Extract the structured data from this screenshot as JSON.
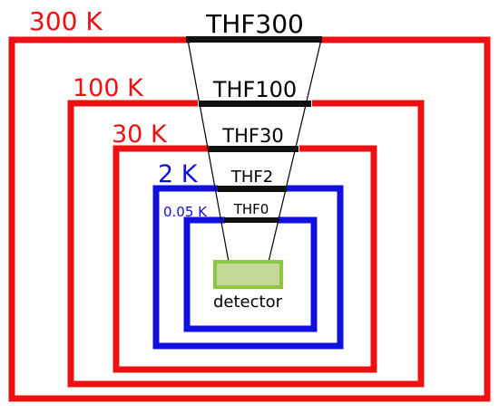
{
  "stages": [
    {
      "temperature": "300 K",
      "color": "#ee1111"
    },
    {
      "temperature": "100 K",
      "color": "#ee1111"
    },
    {
      "temperature": "30 K",
      "color": "#ee1111"
    },
    {
      "temperature": "2 K",
      "color": "#1111dd"
    },
    {
      "temperature": "0.05 K",
      "color": "#1111dd"
    }
  ],
  "filters": [
    {
      "label": "THF300"
    },
    {
      "label": "THF100"
    },
    {
      "label": "THF30"
    },
    {
      "label": "THF2"
    },
    {
      "label": "THF0"
    }
  ],
  "detector": {
    "label": "detector",
    "fill_color": "#c3d995",
    "border_color": "#8dc63f"
  }
}
